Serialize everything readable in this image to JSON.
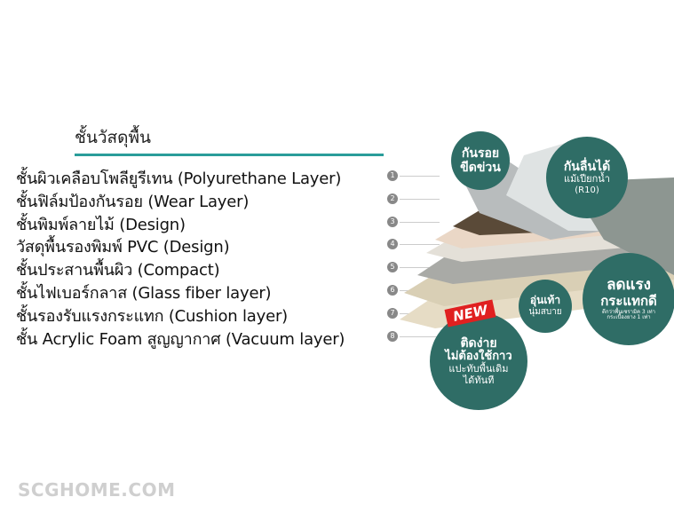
{
  "title": "ชั้นวัสดุพื้น",
  "layers": [
    {
      "num": "1",
      "label": "ชั้นผิวเคลือบโพลียูรีเทน  (Polyurethane Layer)"
    },
    {
      "num": "2",
      "label": "ชั้นฟิล์มป้องกันรอย  (Wear Layer)"
    },
    {
      "num": "3",
      "label": "ชั้นพิมพ์ลายไม้  (Design)"
    },
    {
      "num": "4",
      "label": "วัสดุพื้นรองพิมพ์  PVC (Design)"
    },
    {
      "num": "5",
      "label": "ชั้นประสานพื้นผิว  (Compact)"
    },
    {
      "num": "6",
      "label": "ชั้นไฟเบอร์กลาส  (Glass fiber layer)"
    },
    {
      "num": "7",
      "label": "ชั้นรองรับแรงกระแทก  (Cushion layer)"
    },
    {
      "num": "8",
      "label": "ชั้น Acrylic Foam สูญญากาศ (Vacuum layer)"
    }
  ],
  "badges": {
    "scratch": {
      "l1": "กันรอย",
      "l2": "ขีดข่วน"
    },
    "slip": {
      "l1": "กันลื่นได้",
      "l2": "แม้เปียกน้ำ",
      "l3": "(R10)"
    },
    "impact": {
      "l1": "ลดแรง",
      "l2": "กระแทกดี",
      "l3": "ดีกว่าพื้นเซรามิค 3 เท่า",
      "l4": "กระเบื้องยาง 1 เท่า"
    },
    "warm": {
      "l1": "อุ่นเท้า",
      "l2": "นุ่มสบาย"
    },
    "easy": {
      "new": "NEW",
      "l1": "ติดง่าย",
      "l2": "ไม่ต้องใช้กาว",
      "l3": "แปะทับพื้นเดิม",
      "l4": "ได้ทันที"
    }
  },
  "watermark": "SCGHOME.COM",
  "colors": {
    "accent": "#2a9d9a",
    "badge": "#2f6d66"
  }
}
